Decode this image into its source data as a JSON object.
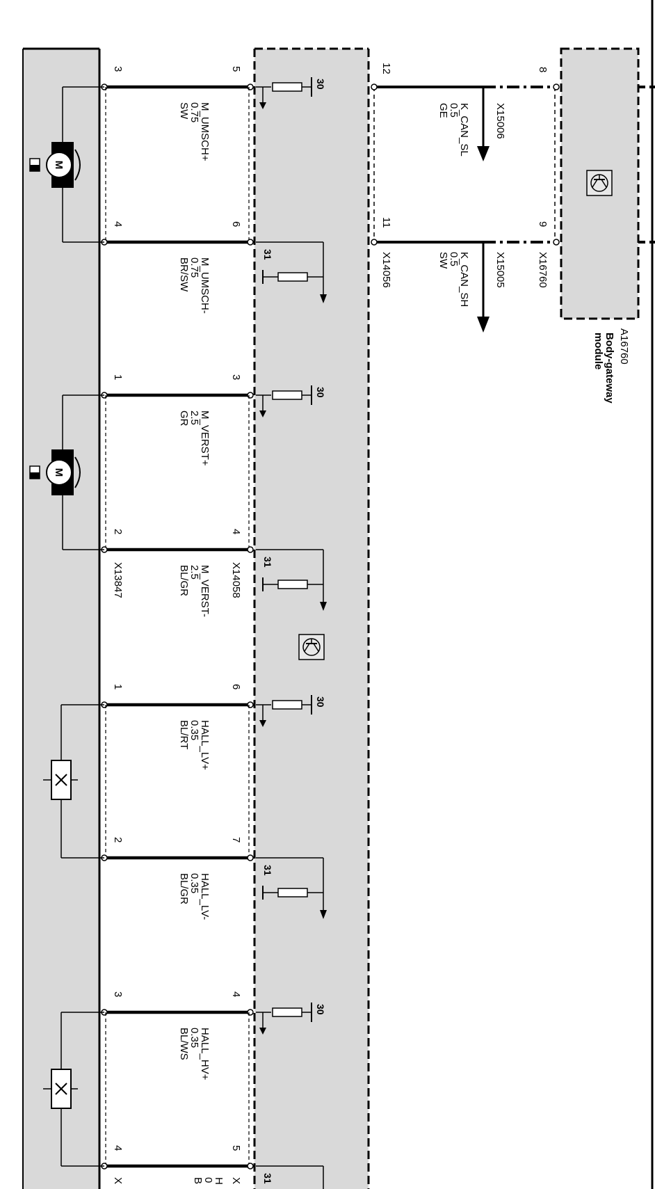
{
  "gateway": {
    "id": "A16760",
    "name_line1": "Body-gateway",
    "name_line2": "module",
    "connector": "X16760",
    "pin_top": "8",
    "pin_bottom": "9"
  },
  "can_bus": [
    {
      "signal": "K_CAN_SL",
      "gauge": "0.5",
      "color": "GE",
      "pin": "12",
      "splice": "X15006"
    },
    {
      "signal": "K_CAN_SH",
      "gauge": "0.5",
      "color": "SW",
      "pin": "11",
      "splice": "X15005",
      "connector": "X14056"
    }
  ],
  "wires": [
    {
      "label": "M_UMSCH+",
      "gauge": "0.75",
      "color": "SW",
      "pin_left": "3",
      "pin_right": "5",
      "term": "30"
    },
    {
      "label": "M_UMSCH-",
      "gauge": "0.75",
      "color": "BR/SW",
      "pin_left": "4",
      "pin_right": "6",
      "term": "31"
    },
    {
      "label": "M_VERST+",
      "gauge": "2.5",
      "color": "GR",
      "pin_left": "1",
      "pin_right": "3",
      "term": "30"
    },
    {
      "label": "M_VERST-",
      "gauge": "2.5",
      "color": "BL/GR",
      "pin_left": "2",
      "pin_right": "4",
      "term": "31"
    },
    {
      "label": "HALL_LV+",
      "gauge": "0.35",
      "color": "BL/RT",
      "pin_left": "1",
      "pin_right": "6",
      "term": "30"
    },
    {
      "label": "HALL_LV-",
      "gauge": "0.35",
      "color": "BL/GR",
      "pin_left": "2",
      "pin_right": "7",
      "term": "31"
    },
    {
      "label": "HALL_HV+",
      "gauge": "0.35",
      "color": "BL/WS",
      "pin_left": "3",
      "pin_right": "4",
      "term": "30"
    },
    {
      "label": "",
      "gauge": "",
      "color": "",
      "pin_left": "4",
      "pin_right": "5",
      "term": "31"
    }
  ],
  "connectors": {
    "left_block": "X13847",
    "middle_block": "X14058"
  },
  "cut_text": {
    "c1": "X",
    "c2": "B",
    "c3": "0",
    "c4": "H",
    "c5": "X"
  }
}
